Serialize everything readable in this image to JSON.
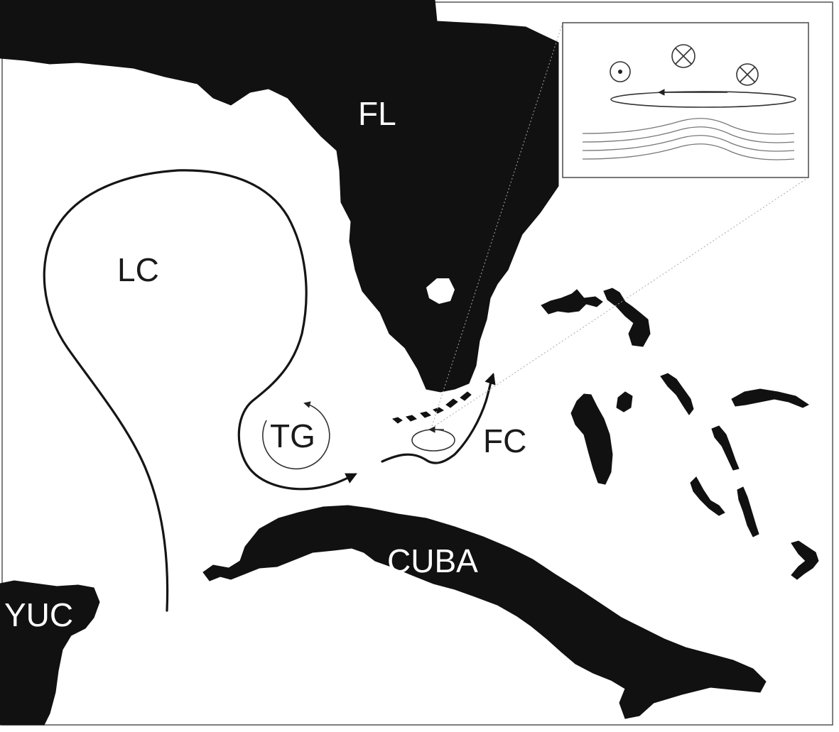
{
  "labels": {
    "florida": "FL",
    "loop_current": "LC",
    "tortugas_gyre": "TG",
    "florida_current": "FC",
    "cuba": "CUBA",
    "yucatan": "YUC"
  },
  "colors": {
    "land": "#111111",
    "water": "#ffffff",
    "frame": "#555555"
  },
  "icons": {
    "inset_out_of_page": "dot-circle-icon",
    "inset_into_page": "cross-circle-icon",
    "flow_arrow": "arrowhead-icon"
  }
}
